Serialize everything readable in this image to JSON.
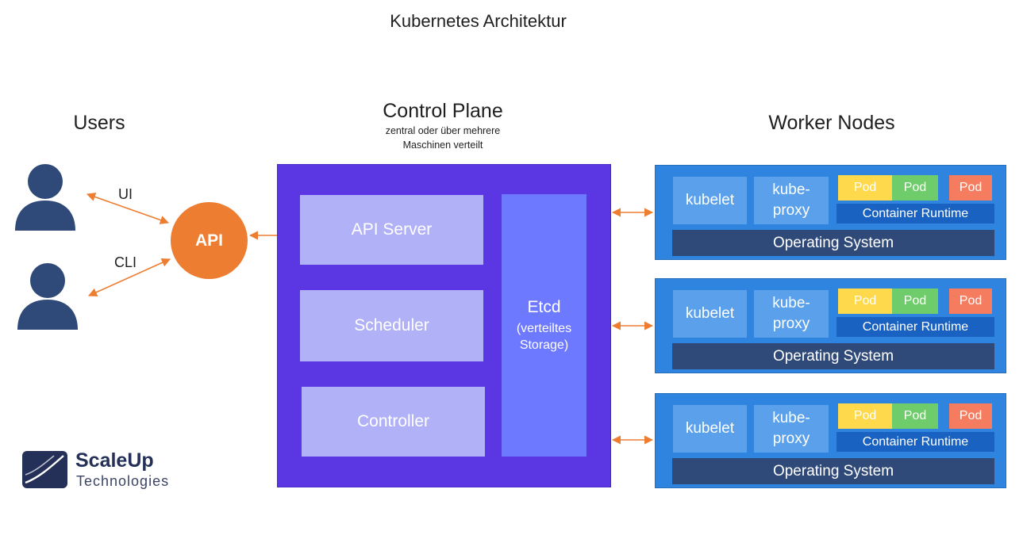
{
  "title": "Kubernetes Architektur",
  "users": {
    "heading": "Users",
    "edge_ui": "UI",
    "edge_cli": "CLI"
  },
  "api": {
    "label": "API"
  },
  "control_plane": {
    "heading": "Control Plane",
    "subtitle_line1": "zentral oder über mehrere",
    "subtitle_line2": "Maschinen verteilt",
    "api_server": "API Server",
    "scheduler": "Scheduler",
    "controller": "Controller",
    "etcd": {
      "name": "Etcd",
      "line1": "(verteiltes",
      "line2": "Storage)"
    }
  },
  "worker_nodes": {
    "heading": "Worker Nodes",
    "nodes": [
      {
        "kubelet": "kubelet",
        "kube_proxy_1": "kube-",
        "kube_proxy_2": "proxy",
        "pods": [
          "Pod",
          "Pod",
          "Pod"
        ],
        "container_runtime": "Container Runtime",
        "os": "Operating System"
      },
      {
        "kubelet": "kubelet",
        "kube_proxy_1": "kube-",
        "kube_proxy_2": "proxy",
        "pods": [
          "Pod",
          "Pod",
          "Pod"
        ],
        "container_runtime": "Container Runtime",
        "os": "Operating System"
      },
      {
        "kubelet": "kubelet",
        "kube_proxy_1": "kube-",
        "kube_proxy_2": "proxy",
        "pods": [
          "Pod",
          "Pod",
          "Pod"
        ],
        "container_runtime": "Container Runtime",
        "os": "Operating System"
      }
    ]
  },
  "logo": {
    "name": "ScaleUp",
    "sub": "Technologies"
  },
  "colors": {
    "arrow": "#ed7d31",
    "api": "#ed7d31",
    "control_plane": "#5b37e4",
    "cp_box": "#b1b1f8",
    "etcd": "#6d79ff",
    "node": "#2f84e0",
    "os": "#2f4a78",
    "pod_yellow": "#ffd94c",
    "pod_green": "#6fcc6a",
    "pod_red": "#f57c5f"
  }
}
